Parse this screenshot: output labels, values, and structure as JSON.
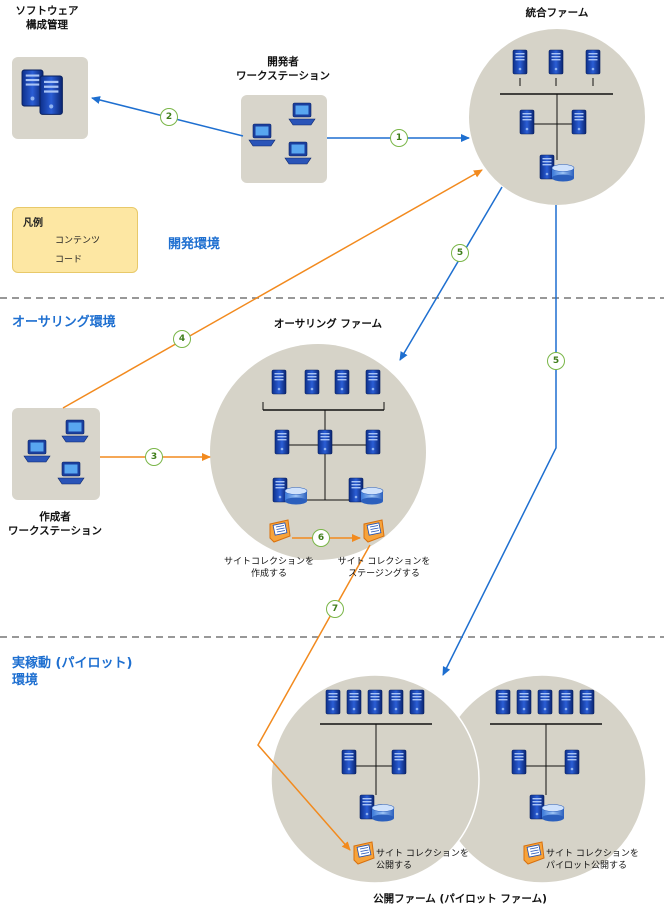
{
  "labels": {
    "scm": "ソフトウェア\n構成管理",
    "dev_ws": "開発者\nワークステーション",
    "integration_farm": "統合ファーム",
    "authoring_env": "オーサリング環境",
    "authoring_farm": "オーサリング ファーム",
    "author_ws": "作成者\nワークステーション",
    "create_sc": "サイトコレクションを\n作成する",
    "stage_sc": "サイト コレクションを\nステージングする",
    "dev_env": "開発環境",
    "prod_env": "実稼動 (パイロット)\n環境",
    "publish_sc": "サイト コレクションを\n公開する",
    "pilot_publish_sc": "サイト コレクションを\nパイロット公開する",
    "publishing_farm": "公開ファーム (パイロット ファーム)"
  },
  "legend": {
    "title": "凡例",
    "content": "コンテンツ",
    "code": "コード"
  },
  "steps": [
    "1",
    "2",
    "3",
    "4",
    "5",
    "5",
    "6",
    "7"
  ],
  "colors": {
    "code": "#1e6fd0",
    "content": "#f28a1e",
    "circle": "#d6d3c8",
    "box": "#d8d5cb",
    "step_ring": "#7ab648",
    "divider": "#777777"
  }
}
